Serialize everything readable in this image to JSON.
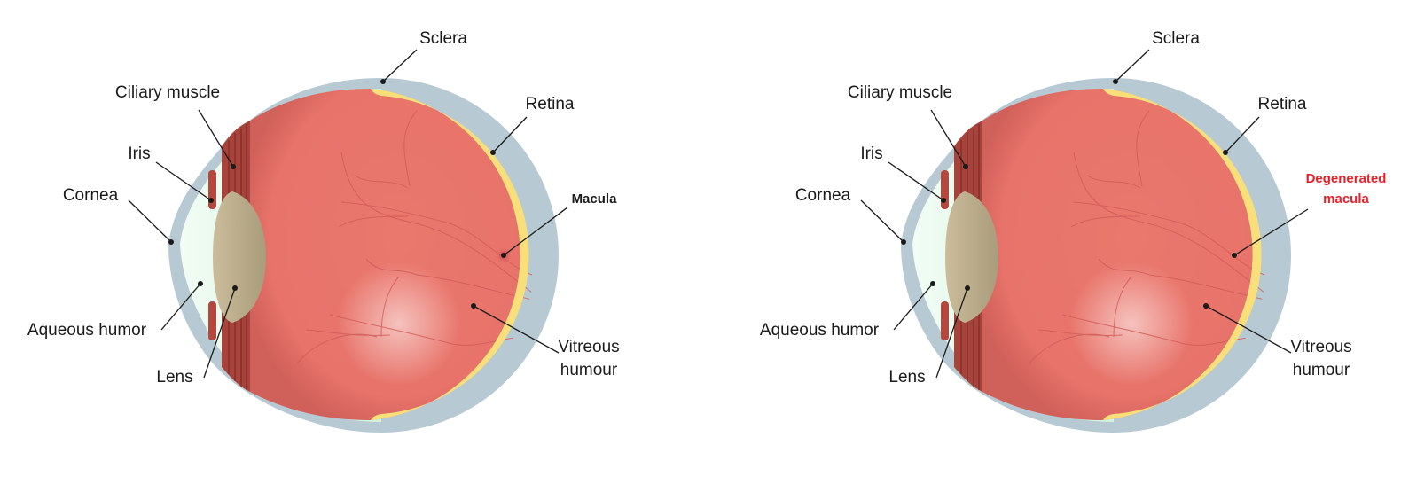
{
  "normal_eye": {
    "labels": {
      "sclera": "Sclera",
      "ciliary_muscle": "Ciliary muscle",
      "retina": "Retina",
      "iris": "Iris",
      "cornea": "Cornea",
      "macula": "Macula",
      "aqueous_humor": "Aqueous humor",
      "lens": "Lens",
      "vitreous_1": "Vitreous",
      "vitreous_2": "humour"
    }
  },
  "degenerated_eye": {
    "labels": {
      "sclera": "Sclera",
      "ciliary_muscle": "Ciliary muscle",
      "retina": "Retina",
      "iris": "Iris",
      "cornea": "Cornea",
      "macula_1": "Degenerated",
      "macula_2": "macula",
      "aqueous_humor": "Aqueous humor",
      "lens": "Lens",
      "vitreous_1": "Vitreous",
      "vitreous_2": "humour"
    }
  },
  "colors": {
    "sclera": "#b7c9d2",
    "retina": "#f8df7a",
    "vitreous": "#e8776c",
    "muscle": "#a8433c",
    "lens": "#c4b592",
    "cornea": "#dcf6e4",
    "highlight": "#e8202a"
  }
}
